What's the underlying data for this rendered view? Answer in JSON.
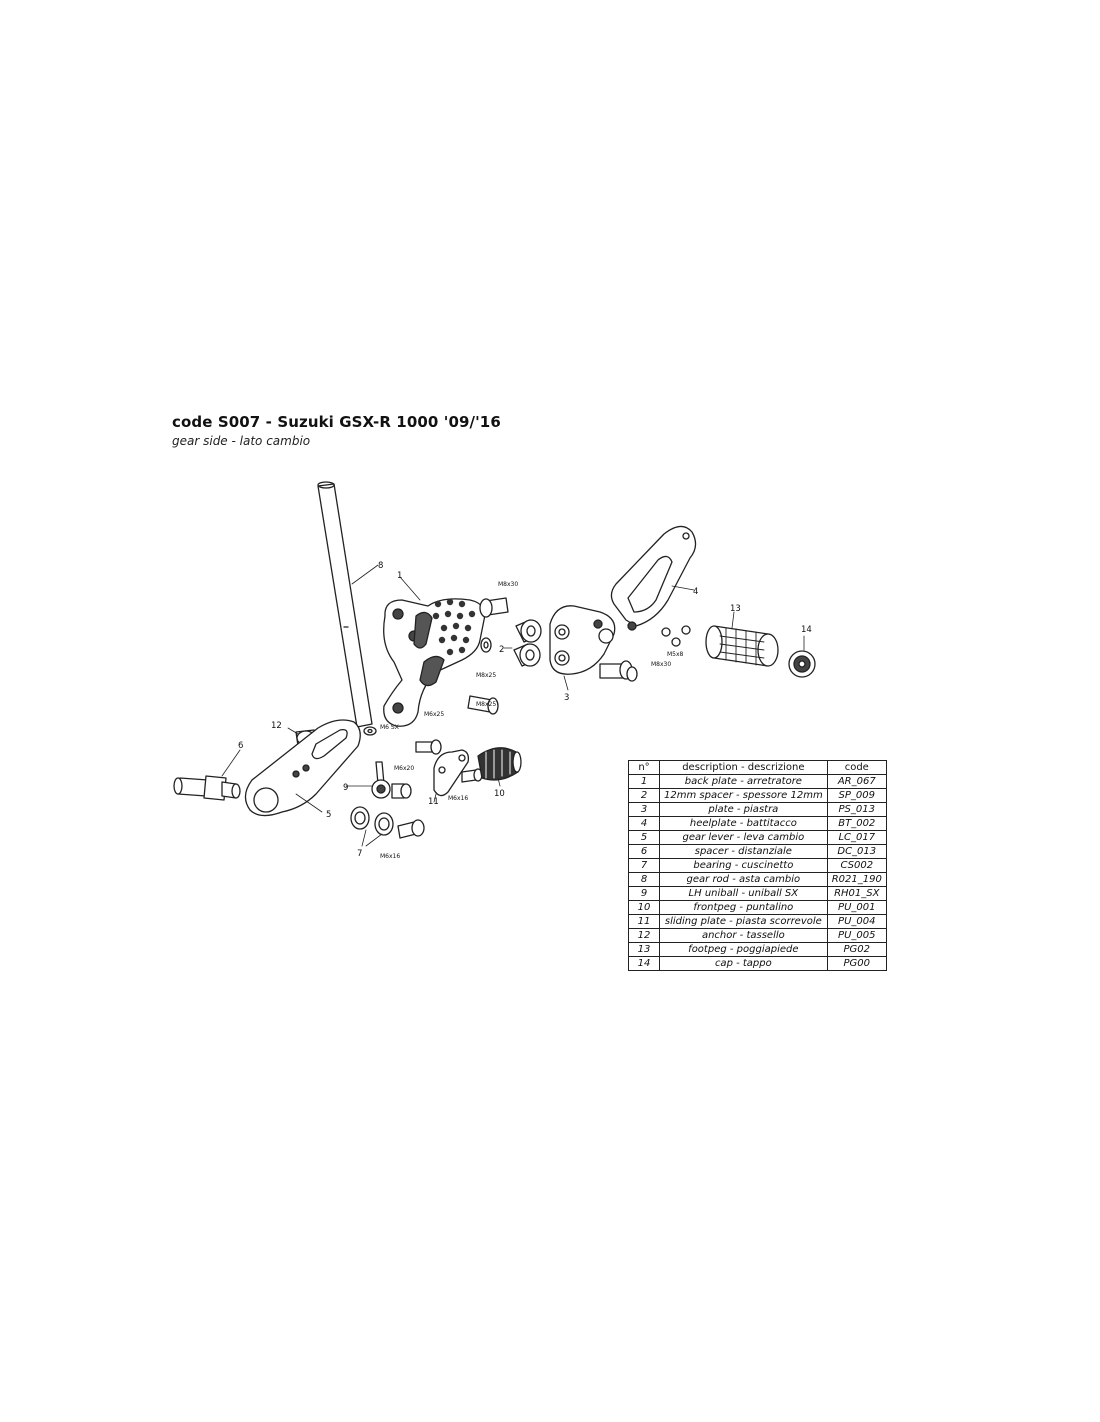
{
  "header": {
    "title": "code S007 - Suzuki GSX-R 1000 '09/'16",
    "subtitle": "gear side - lato cambio"
  },
  "diagram": {
    "part_numbers": [
      "1",
      "2",
      "3",
      "4",
      "5",
      "6",
      "7",
      "8",
      "9",
      "10",
      "11",
      "12",
      "13",
      "14"
    ],
    "bolt_labels": {
      "m8x30": "M8x30",
      "m8x25_a": "M8x25",
      "m8x25_b": "M8x25",
      "m6x25": "M6x25",
      "m6sx": "M6 SX",
      "m6x20": "M6x20",
      "m6x16_a": "M6x16",
      "m6x16_b": "M6x16",
      "m8x30_b": "M8x30",
      "m5x8": "M5x8"
    }
  },
  "table": {
    "headers": {
      "n": "n°",
      "description": "description - descrizione",
      "code": "code"
    },
    "rows": [
      {
        "n": "1",
        "description": "back plate - arretratore",
        "code": "AR_067"
      },
      {
        "n": "2",
        "description": "12mm spacer - spessore 12mm",
        "code": "SP_009"
      },
      {
        "n": "3",
        "description": "plate - piastra",
        "code": "PS_013"
      },
      {
        "n": "4",
        "description": "heelplate - battitacco",
        "code": "BT_002"
      },
      {
        "n": "5",
        "description": "gear lever - leva cambio",
        "code": "LC_017"
      },
      {
        "n": "6",
        "description": "spacer - distanziale",
        "code": "DC_013"
      },
      {
        "n": "7",
        "description": "bearing - cuscinetto",
        "code": "CS002"
      },
      {
        "n": "8",
        "description": "gear rod - asta cambio",
        "code": "R021_190"
      },
      {
        "n": "9",
        "description": "LH uniball - uniball SX",
        "code": "RH01_SX"
      },
      {
        "n": "10",
        "description": "frontpeg - puntalino",
        "code": "PU_001"
      },
      {
        "n": "11",
        "description": "sliding plate - piasta scorrevole",
        "code": "PU_004"
      },
      {
        "n": "12",
        "description": "anchor - tassello",
        "code": "PU_005"
      },
      {
        "n": "13",
        "description": "footpeg - poggiapiede",
        "code": "PG02"
      },
      {
        "n": "14",
        "description": "cap - tappo",
        "code": "PG00"
      }
    ]
  }
}
